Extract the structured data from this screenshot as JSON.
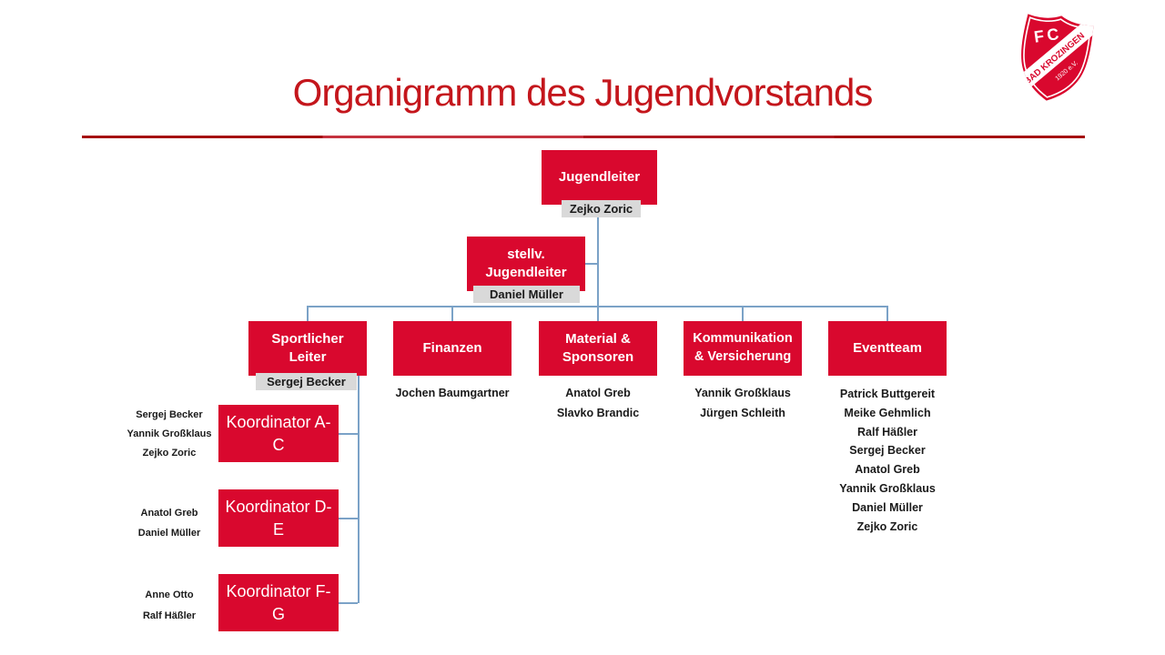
{
  "title": "Organigramm des Jugendvorstands",
  "colors": {
    "box_red": "#D9082E",
    "title_red": "#C4161C",
    "label_gray": "#D9D9D9",
    "line_blue": "#7BA2C7"
  },
  "logo": {
    "club_initials": "FC",
    "band_text": "BAD KROZINGEN",
    "year_text": "1920 e.V."
  },
  "chart": {
    "root": {
      "title": "Jugendleiter",
      "holder": "Zejko Zoric"
    },
    "deputy": {
      "title_line1": "stellv.",
      "title_line2": "Jugendleiter",
      "holder": "Daniel Müller"
    },
    "departments": [
      {
        "title": "Sportlicher Leiter",
        "holder": "Sergej Becker",
        "members": []
      },
      {
        "title": "Finanzen",
        "members": [
          "Jochen Baumgartner"
        ]
      },
      {
        "title": "Material & Sponsoren",
        "members": [
          "Anatol Greb",
          "Slavko Brandic"
        ]
      },
      {
        "title": "Kommunikation & Versicherung",
        "members": [
          "Yannik Großklaus",
          "Jürgen Schleith"
        ]
      },
      {
        "title": "Eventteam",
        "members": [
          "Patrick Buttgereit",
          "Meike Gehmlich",
          "Ralf Häßler",
          "Sergej Becker",
          "Anatol Greb",
          "Yannik Großklaus",
          "Daniel Müller",
          "Zejko Zoric"
        ]
      }
    ],
    "koordinators": [
      {
        "title": "Koordinator A-C",
        "members": [
          "Sergej Becker",
          "Yannik Großklaus",
          "Zejko Zoric"
        ]
      },
      {
        "title": "Koordinator D-E",
        "members": [
          "Anatol Greb",
          "Daniel Müller"
        ]
      },
      {
        "title": "Koordinator F-G",
        "members": [
          "Anne Otto",
          "Ralf Häßler"
        ]
      }
    ]
  }
}
